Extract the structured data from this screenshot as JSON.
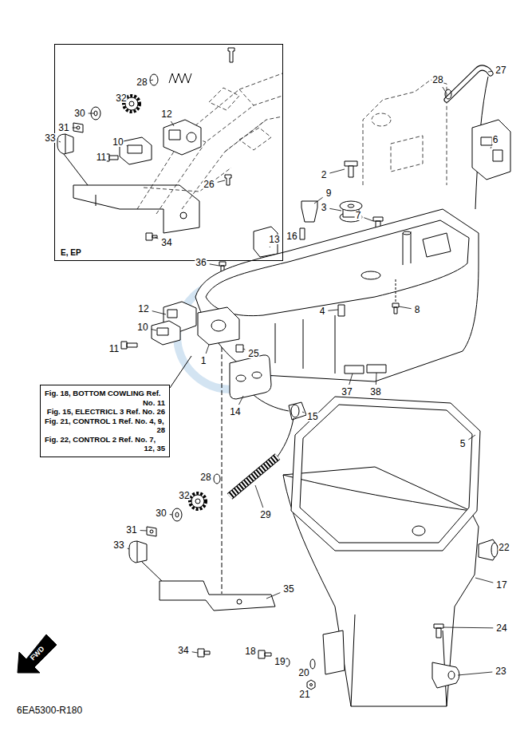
{
  "diagram": {
    "nodes": [
      {
        "text": [
          "E, EP"
        ]
      },
      {
        "text": [
          "Fig. 18, BOTTOM COWLING Ref. No. 11",
          "Fig. 15, ELECTRICL 3 Ref. No. 26",
          "Fig. 21, CONTROL 1 Ref. No. 4, 9, 28",
          "Fig. 22, CONTROL 2 Ref. No. 7, 12, 35"
        ]
      },
      {
        "text": [
          "FWD"
        ]
      }
    ],
    "labels": [
      "28",
      "32",
      "12",
      "30",
      "31",
      "10",
      "33",
      "11",
      "26",
      "34",
      "28",
      "27",
      "6",
      "2",
      "9",
      "3",
      "7",
      "16",
      "13",
      "36",
      "8",
      "4",
      "12",
      "10",
      "1",
      "11",
      "25",
      "37",
      "38",
      "14",
      "15",
      "5",
      "28",
      "29",
      "32",
      "30",
      "31",
      "33",
      "22",
      "17",
      "35",
      "34",
      "18",
      "19",
      "20",
      "21",
      "24",
      "23",
      "6EA5300-R180"
    ]
  }
}
